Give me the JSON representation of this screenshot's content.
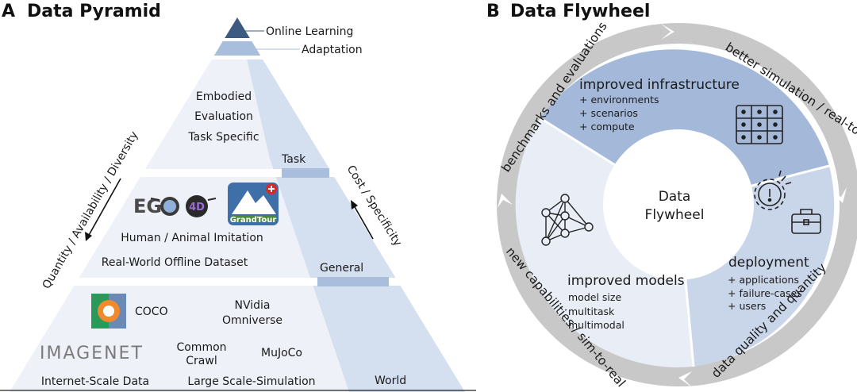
{
  "panel_a": {
    "letter": "A",
    "title": "Data Pyramid",
    "tiers": {
      "online_learning": "Online Learning",
      "adaptation": "Adaptation",
      "task_block": [
        "Embodied",
        "Evaluation",
        "Task Specific"
      ],
      "task_label": "Task",
      "human_imitation": "Human / Animal Imitation",
      "real_world": "Real-World Offline Dataset",
      "general_label": "General",
      "world_label": "World",
      "internet": "Internet-Scale Data",
      "large_sim": "Large Scale-Simulation"
    },
    "logos": {
      "ego4d_text": "EG",
      "ego4d_4d": "4D",
      "grandtour": "GrandTour",
      "coco": "COCO",
      "imagenet": "IMAGENET",
      "nvidia": [
        "NVidia",
        "Omniverse"
      ],
      "common_crawl": [
        "Common",
        "Crawl"
      ],
      "mujoco": "MuJoCo"
    },
    "axis_left": "Quantity / Availability / Diversity",
    "axis_right": "Cost / Specificity",
    "colors": {
      "top": "#3d5a80",
      "light": "#eef2f8",
      "mid": "#d4dff0",
      "band": "#a9bedd"
    }
  },
  "panel_b": {
    "letter": "B",
    "title": "Data Flywheel",
    "center": [
      "Data",
      "Flywheel"
    ],
    "infrastructure": {
      "title": "improved infrastructure",
      "items": [
        "+ environments",
        "+ scenarios",
        "+ compute"
      ]
    },
    "deployment": {
      "title": "deployment",
      "items": [
        "+ applications",
        "+ failure-cases",
        "+ users"
      ]
    },
    "models": {
      "title": "improved models",
      "items": [
        "model size",
        "multitask",
        "multimodal"
      ]
    },
    "ring": {
      "top_left": "benchmarks and evaluations",
      "top_right": "better simulation / real-to-sim",
      "bottom_right": "data quality and quantity",
      "bottom_left": "new capabilities  / sim-to-real"
    },
    "icons": [
      "server-icon",
      "gear-alert-icon",
      "briefcase-icon",
      "neural-network-icon"
    ],
    "colors": {
      "infra": "#a4b9da",
      "deploy": "#c9d6ea",
      "models": "#e9eef6",
      "ring": "#c8c8c8"
    }
  }
}
